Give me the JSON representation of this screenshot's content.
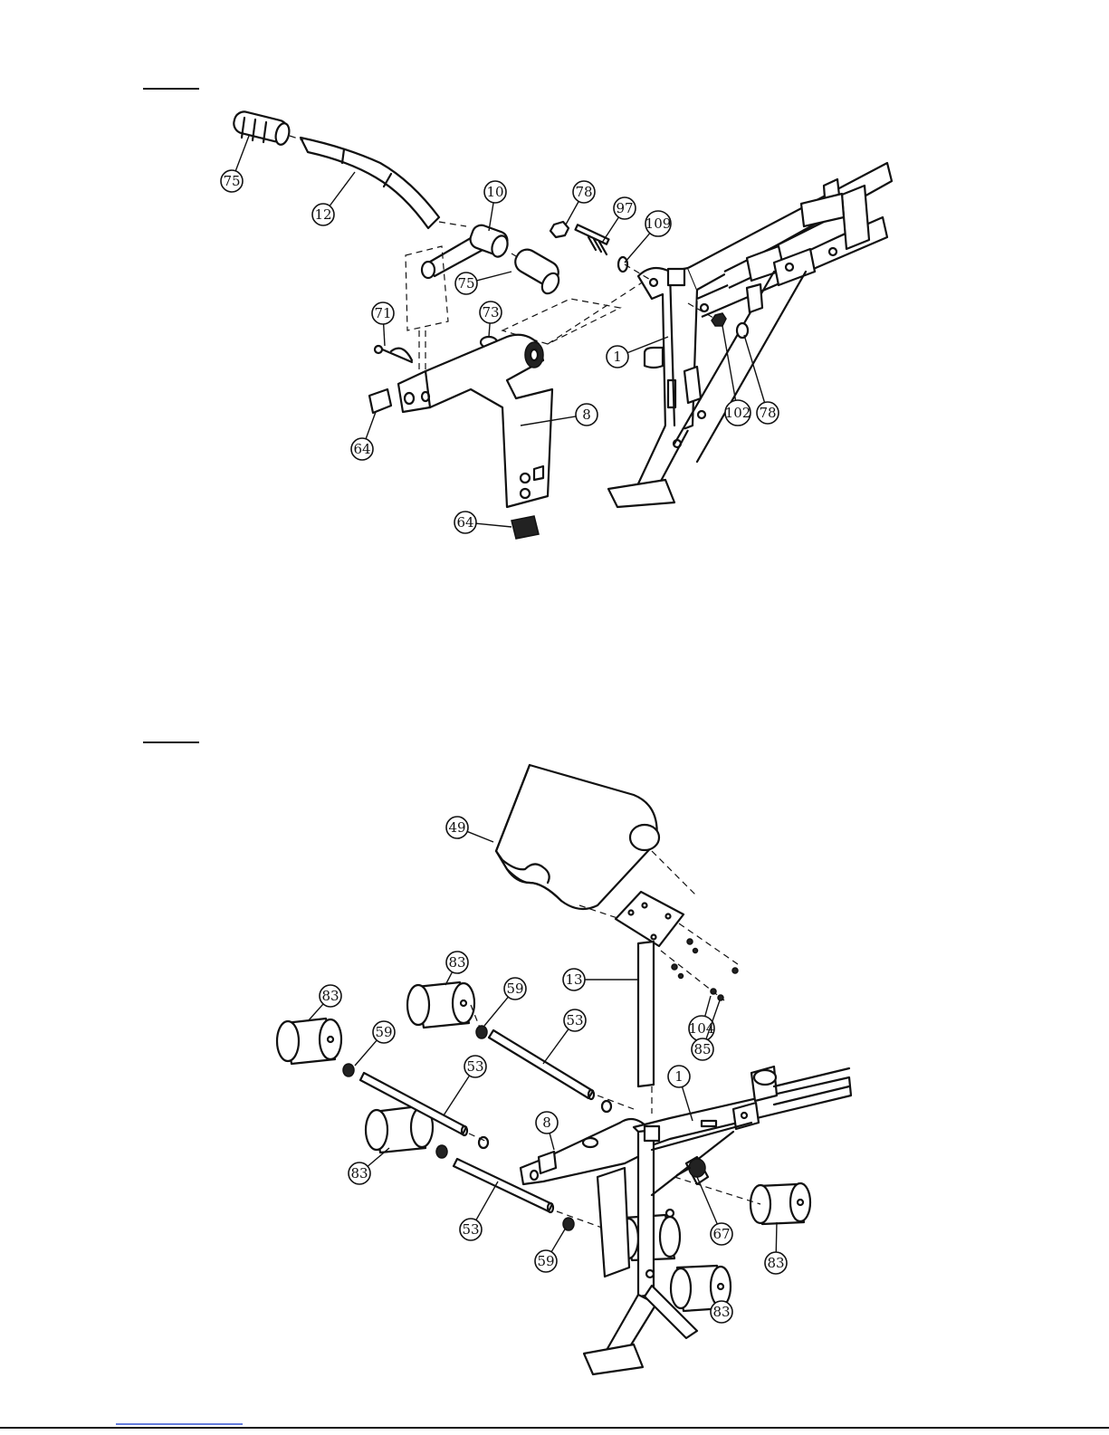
{
  "callouts": [
    {
      "label": "75"
    },
    {
      "label": "12"
    },
    {
      "label": "10"
    },
    {
      "label": "75"
    },
    {
      "label": "78"
    },
    {
      "label": "97"
    },
    {
      "label": "109"
    },
    {
      "label": "71"
    },
    {
      "label": "73"
    },
    {
      "label": "1"
    },
    {
      "label": "102"
    },
    {
      "label": "78"
    },
    {
      "label": "64"
    },
    {
      "label": "8"
    },
    {
      "label": "64"
    },
    {
      "label": "49"
    },
    {
      "label": "13"
    },
    {
      "label": "104"
    },
    {
      "label": "85"
    },
    {
      "label": "83"
    },
    {
      "label": "59"
    },
    {
      "label": "53"
    },
    {
      "label": "83"
    },
    {
      "label": "59"
    },
    {
      "label": "53"
    },
    {
      "label": "1"
    },
    {
      "label": "8"
    },
    {
      "label": "83"
    },
    {
      "label": "53"
    },
    {
      "label": "67"
    },
    {
      "label": "83"
    },
    {
      "label": "59"
    },
    {
      "label": "83"
    }
  ]
}
